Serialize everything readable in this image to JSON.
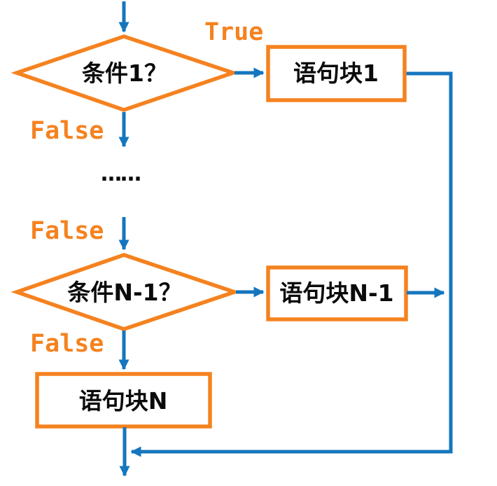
{
  "colors": {
    "orange": "#F5821F",
    "blue": "#1576BE",
    "black": "#0B0B0B"
  },
  "flowchart": {
    "decision1": "条件1？",
    "block1": "语句块1",
    "ellipsis": "……",
    "decision_n1": "条件N-1？",
    "block_n1": "语句块N-1",
    "block_n": "语句块N",
    "labels": {
      "true1": "True",
      "false1": "False",
      "false2": "False",
      "false3": "False"
    }
  }
}
